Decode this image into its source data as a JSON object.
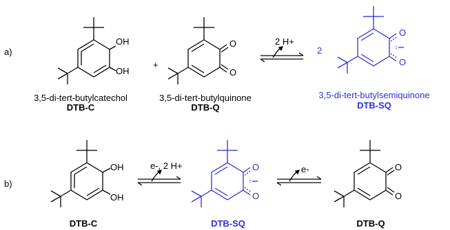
{
  "colors": {
    "black": "#000000",
    "blue": "#2f2fd6"
  },
  "reaction_a": {
    "label": "a)",
    "plus": "+",
    "arrow_label": "2 H+",
    "coefficient": "2",
    "catechol": {
      "oh_top": "OH",
      "oh_bottom": "OH",
      "name": "3,5-di-tert-butylcatechol",
      "abbr": "DTB-C"
    },
    "quinone": {
      "o_top": "O",
      "o_bottom": "O",
      "name": "3,5-di-tert-butylquinone",
      "abbr": "DTB-Q"
    },
    "semiquinone": {
      "o_top": "O",
      "o_bottom": "O",
      "name": "3,5-di-tert-butylsemiquinone",
      "abbr": "DTB-SQ"
    }
  },
  "reaction_b": {
    "label": "b)",
    "arrow1_label": "e-, 2 H+",
    "arrow2_label": "e-",
    "catechol": {
      "oh_top": "OH",
      "oh_bottom": "OH",
      "abbr": "DTB-C"
    },
    "semiquinone": {
      "o_top": "O",
      "o_bottom": "O",
      "abbr": "DTB-SQ"
    },
    "quinone": {
      "o_top": "O",
      "o_bottom": "O",
      "abbr": "DTB-Q"
    }
  }
}
